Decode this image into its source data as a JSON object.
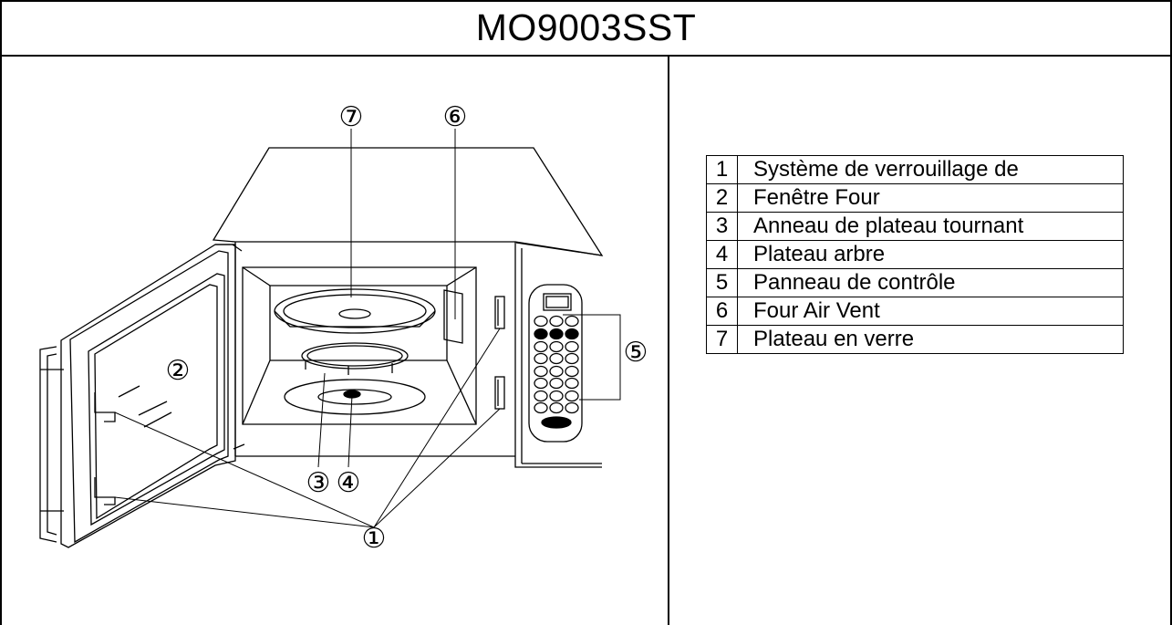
{
  "document": {
    "title": "MO9003SST"
  },
  "diagram": {
    "callouts": [
      "⑦",
      "⑥",
      "②",
      "⑤",
      "③",
      "④",
      "①"
    ]
  },
  "legend": {
    "rows": [
      {
        "num": "1",
        "label": "Système de verrouillage de"
      },
      {
        "num": "2",
        "label": "Fenêtre Four"
      },
      {
        "num": "3",
        "label": "Anneau de plateau tournant"
      },
      {
        "num": "4",
        "label": "Plateau arbre"
      },
      {
        "num": "5",
        "label": "Panneau de contrôle"
      },
      {
        "num": "6",
        "label": "Four Air Vent"
      },
      {
        "num": "7",
        "label": "Plateau en verre"
      }
    ]
  }
}
